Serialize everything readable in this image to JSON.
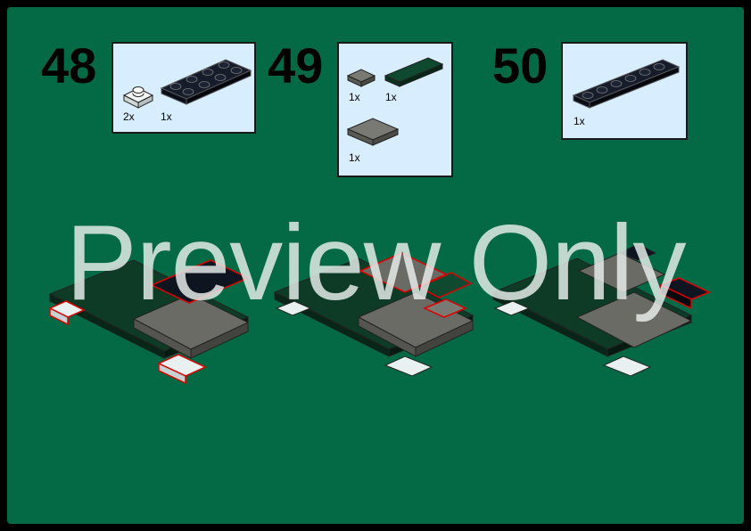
{
  "steps": [
    {
      "number": "48",
      "parts": [
        {
          "qty": "2x"
        },
        {
          "qty": "1x"
        }
      ]
    },
    {
      "number": "49",
      "parts": [
        {
          "qty": "1x"
        },
        {
          "qty": "1x"
        },
        {
          "qty": "1x"
        }
      ]
    },
    {
      "number": "50",
      "parts": [
        {
          "qty": "1x"
        }
      ]
    }
  ],
  "watermark": "Preview Only",
  "colors": {
    "background": "#046a45",
    "frame": "#000000",
    "parts_box": "#d8eeff",
    "black_plate": "#0e1420",
    "dark_green": "#0d3b26",
    "dark_gray": "#6b6b66",
    "white_plate": "#e8f0f0",
    "highlight": "#e00000"
  },
  "icons": [
    "plate-1x1-white-icon",
    "plate-2x4-black-icon",
    "tile-1x1-gray-icon",
    "tile-1x4-green-icon",
    "tile-2x2-gray-icon",
    "plate-1x6-black-icon"
  ]
}
